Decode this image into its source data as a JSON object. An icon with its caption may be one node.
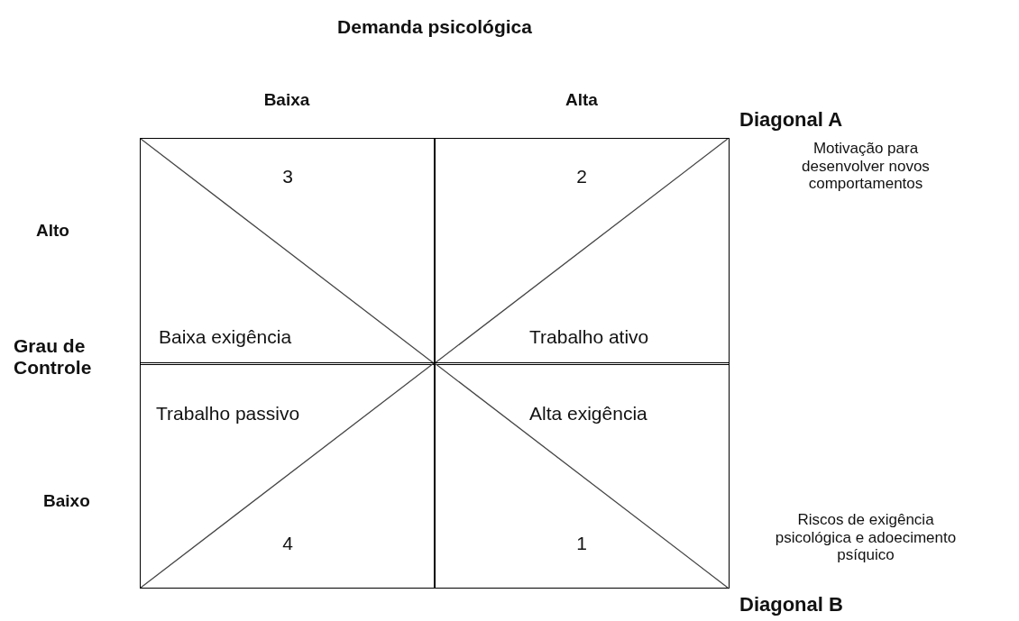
{
  "diagram": {
    "title": "Demanda psicológica",
    "nodes": [
      {
        "text": [
          "3",
          "Baixa exigência"
        ]
      },
      {
        "text": [
          "2",
          "Trabalho ativo"
        ]
      },
      {
        "text": [
          "Trabalho passivo",
          "4"
        ]
      },
      {
        "text": [
          "Alta exigência",
          "1"
        ]
      }
    ],
    "labels": [
      "Baixa",
      "Alta",
      "Alto",
      "Grau de Controle",
      "Baixo",
      "Diagonal A",
      "Motivação para desenvolver novos comportamentos",
      "Riscos de exigência psicológica e adoecimento psíquico",
      "Diagonal B"
    ]
  }
}
